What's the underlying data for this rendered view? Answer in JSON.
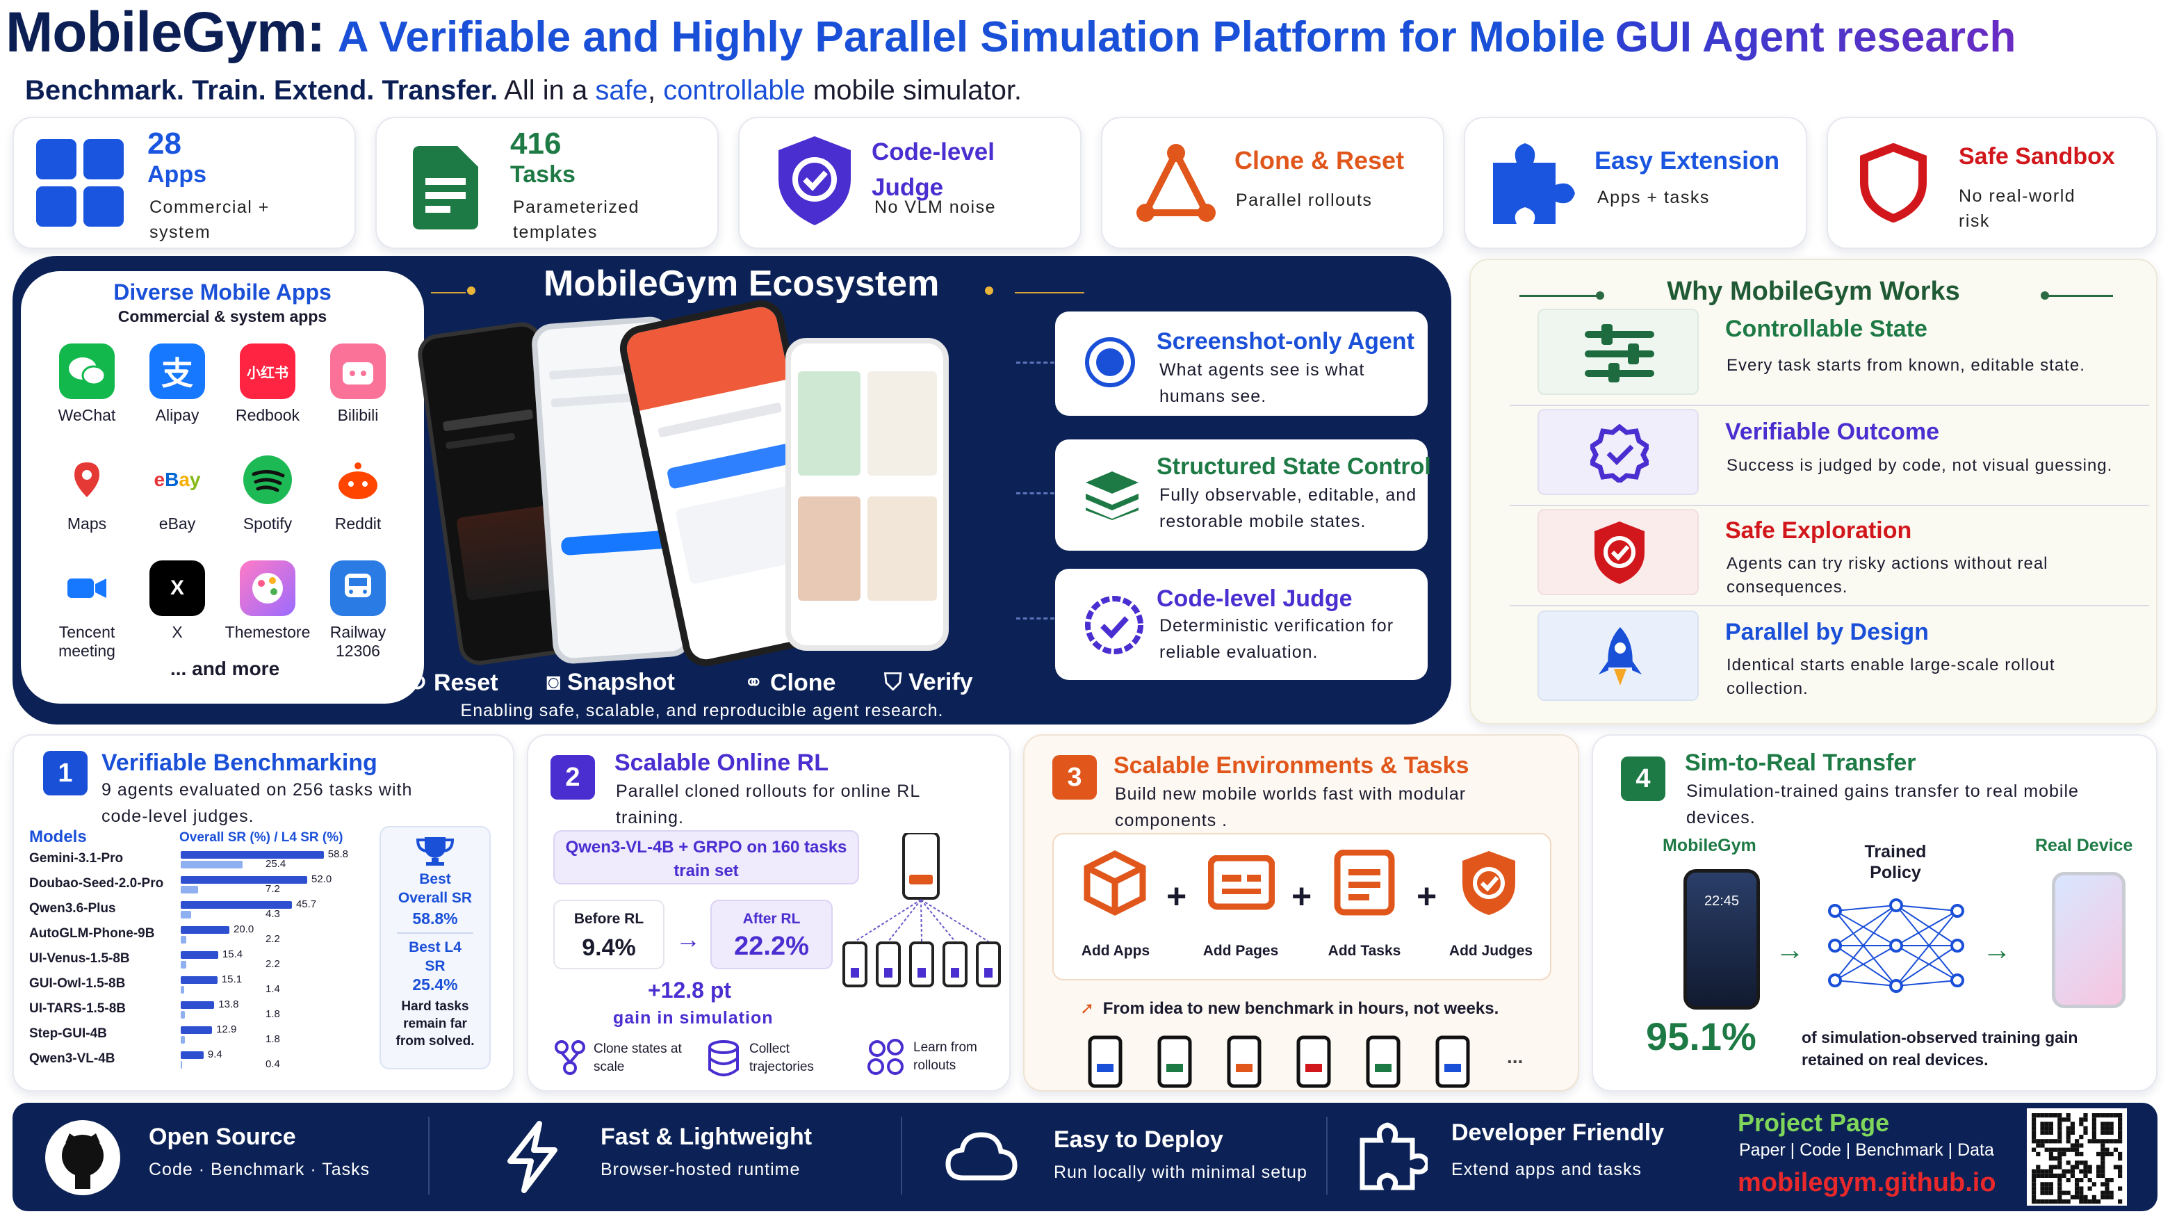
{
  "header": {
    "brand": "MobileGym:",
    "title_blue": "A Verifiable and Highly Parallel Simulation Platform for Mobile",
    "title_gradient": "GUI Agent research",
    "tagline_bold": "Benchmark. Train. Extend. Transfer.",
    "tagline_pre": "All in a",
    "tagline_safe": "safe",
    "tagline_comma": ",",
    "tagline_controllable": "controllable",
    "tagline_post": "mobile simulator."
  },
  "stats": [
    {
      "number": "28",
      "label": "Apps",
      "desc": "Commercial + system",
      "icon": "app-grid-icon"
    },
    {
      "number": "416",
      "label": "Tasks",
      "desc": "Parameterized templates",
      "icon": "sheet-icon"
    },
    {
      "title": "Code-level Judge",
      "desc": "No VLM noise",
      "icon": "shield-check-icon"
    },
    {
      "title": "Clone & Reset",
      "desc": "Parallel rollouts",
      "icon": "triangle-nodes-icon"
    },
    {
      "title": "Easy Extension",
      "desc": "Apps + tasks",
      "icon": "puzzle-icon"
    },
    {
      "title": "Safe Sandbox",
      "desc": "No real-world risk",
      "icon": "shield-icon"
    }
  ],
  "ecosystem": {
    "title": "MobileGym Ecosystem",
    "apps_title": "Diverse Mobile Apps",
    "apps_sub": "Commercial & system apps",
    "apps": [
      "WeChat",
      "Alipay",
      "Redbook",
      "Bilibili",
      "Maps",
      "eBay",
      "Spotify",
      "Reddit",
      "Tencent meeting",
      "X",
      "Themestore",
      "Railway 12306"
    ],
    "and_more": "... and more",
    "actions": [
      "Reset",
      "Snapshot",
      "Clone",
      "Verify"
    ],
    "footer": "Enabling safe, scalable, and reproducible agent research.",
    "features": [
      {
        "title": "Screenshot-only Agent",
        "desc": "What agents see is what humans see."
      },
      {
        "title": "Structured State Control",
        "desc": "Fully observable, editable, and restorable mobile states."
      },
      {
        "title": "Code-level Judge",
        "desc": "Deterministic verification for reliable evaluation."
      }
    ]
  },
  "why": {
    "title": "Why MobileGym Works",
    "items": [
      {
        "title": "Controllable State",
        "desc": "Every task starts from known, editable state."
      },
      {
        "title": "Verifiable Outcome",
        "desc": "Success is judged by code, not visual guessing."
      },
      {
        "title": "Safe Exploration",
        "desc": "Agents can try risky actions without real consequences."
      },
      {
        "title": "Parallel by Design",
        "desc": "Identical starts enable large-scale rollout collection."
      }
    ]
  },
  "sec1": {
    "num": "1",
    "title": "Verifiable Benchmarking",
    "desc": "9 agents evaluated on 256 tasks with code-level judges.",
    "models_label": "Models",
    "axis_label": "Overall SR (%) / L4 SR (%)",
    "best_overall_label": "Best Overall SR",
    "best_overall": "58.8%",
    "best_l4_label": "Best L4 SR",
    "best_l4": "25.4%",
    "note": "Hard tasks remain far from solved."
  },
  "chart_data": {
    "type": "bar",
    "categories": [
      "Gemini-3.1-Pro",
      "Doubao-Seed-2.0-Pro",
      "Qwen3.6-Plus",
      "AutoGLM-Phone-9B",
      "UI-Venus-1.5-8B",
      "GUI-Owl-1.5-8B",
      "UI-TARS-1.5-8B",
      "Step-GUI-4B",
      "Qwen3-VL-4B"
    ],
    "series": [
      {
        "name": "Overall SR (%)",
        "values": [
          58.8,
          52.0,
          45.7,
          20.0,
          15.4,
          15.1,
          13.8,
          12.9,
          9.4
        ]
      },
      {
        "name": "L4 SR (%)",
        "values": [
          25.4,
          7.2,
          4.3,
          2.2,
          2.2,
          1.4,
          1.8,
          1.8,
          0.4
        ]
      }
    ],
    "xlim": [
      0,
      60
    ]
  },
  "sec2": {
    "num": "2",
    "title": "Scalable Online RL",
    "desc": "Parallel cloned rollouts for online RL training.",
    "setup": "Qwen3-VL-4B + GRPO on 160 tasks train set",
    "before_label": "Before RL",
    "before": "9.4%",
    "after_label": "After RL",
    "after": "22.2%",
    "gain": "+12.8 pt",
    "gain_label": "gain in simulation",
    "features": [
      "Clone states at scale",
      "Collect trajectories",
      "Learn from rollouts"
    ]
  },
  "sec3": {
    "num": "3",
    "title": "Scalable Environments & Tasks",
    "desc": "Build new mobile worlds fast with modular components .",
    "modules": [
      "Add Apps",
      "Add Pages",
      "Add Tasks",
      "Add Judges"
    ],
    "plus": "+",
    "tagline": "From idea to new benchmark in hours, not weeks.",
    "ellipsis": "..."
  },
  "sec4": {
    "num": "4",
    "title": "Sim-to-Real Transfer",
    "desc": "Simulation-trained gains transfer to real mobile devices.",
    "sim_label": "MobileGym",
    "policy_label": "Trained Policy",
    "real_label": "Real Device",
    "phone_time": "22:45",
    "retained": "95.1%",
    "retained_desc": "of simulation-observed training gain retained on real devices."
  },
  "footer": {
    "items": [
      {
        "title": "Open Source",
        "desc": "Code · Benchmark · Tasks"
      },
      {
        "title": "Fast & Lightweight",
        "desc": "Browser-hosted runtime"
      },
      {
        "title": "Easy to Deploy",
        "desc": "Run locally with minimal setup"
      },
      {
        "title": "Developer Friendly",
        "desc": "Extend apps and tasks"
      }
    ],
    "project_title": "Project Page",
    "project_links": "Paper | Code | Benchmark | Data",
    "project_url": "mobilegym.github.io"
  },
  "colors": {
    "navy": "#0c2257",
    "blue": "#1447c8",
    "orange": "#e0561b",
    "green": "#1e7a45",
    "red": "#d1171c"
  }
}
